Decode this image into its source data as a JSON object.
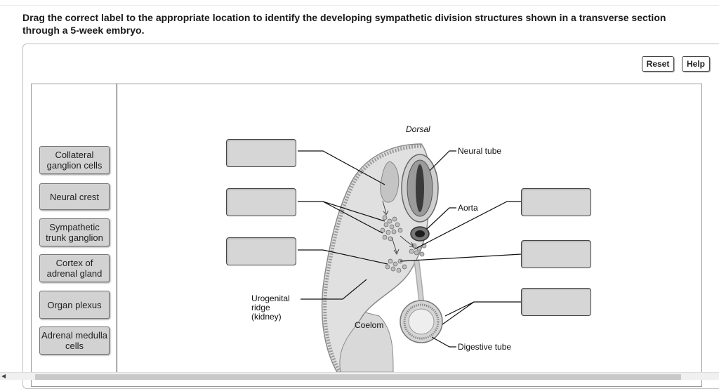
{
  "question": "Drag the correct label to the appropriate location to identify the developing sympathetic division structures shown in a transverse section through a 5-week embryo.",
  "toolbar": {
    "reset_label": "Reset",
    "help_label": "Help"
  },
  "label_bank": [
    "Collateral ganglion cells",
    "Neural crest",
    "Sympathetic trunk ganglion",
    "Cortex of adrenal gland",
    "Organ plexus",
    "Adrenal medulla cells"
  ],
  "diagram": {
    "dorsal": "Dorsal",
    "neural_tube": "Neural tube",
    "aorta": "Aorta",
    "urogenital_1": "Urogenital",
    "urogenital_2": "ridge",
    "urogenital_3": "(kidney)",
    "coelom": "Coelom",
    "digestive_tube": "Digestive tube"
  }
}
